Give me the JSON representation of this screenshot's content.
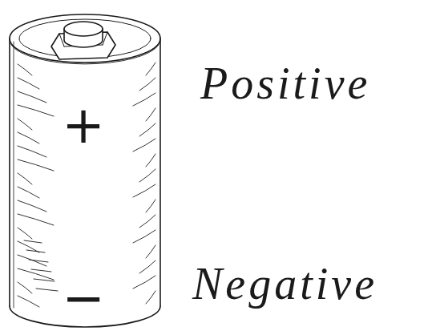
{
  "diagram": {
    "labels": [
      "Positive",
      "+",
      "Negative",
      "−"
    ]
  }
}
